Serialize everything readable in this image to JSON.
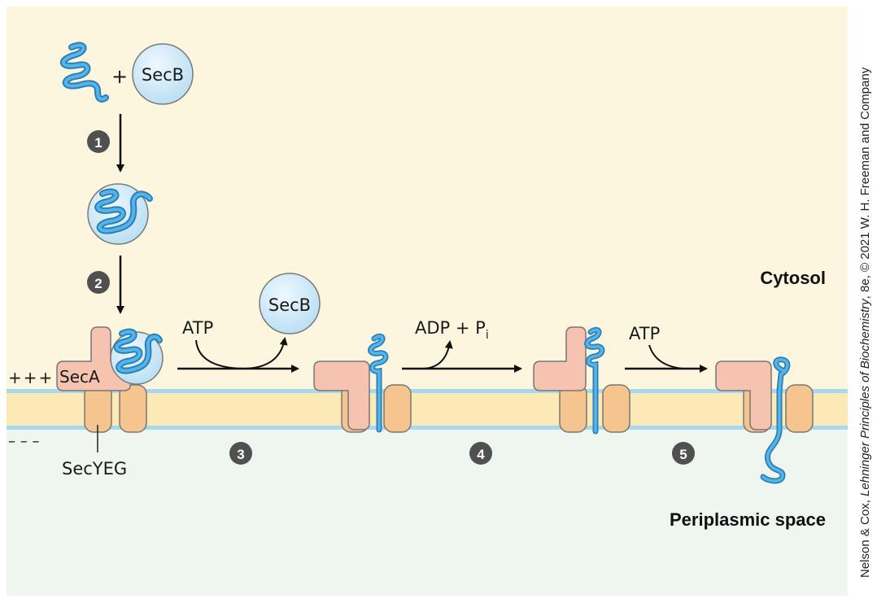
{
  "labels": {
    "secb_top": "SecB",
    "plus": "+",
    "secb_released": "SecB",
    "seca": "SecA",
    "secyeg": "SecYEG",
    "charge_plus": "+++",
    "charge_minus": "– – –",
    "atp_1": "ATP",
    "adp_pi": "ADP + P",
    "adp_pi_sub": "i",
    "atp_2": "ATP",
    "cytosol": "Cytosol",
    "periplasm": "Periplasmic space"
  },
  "steps": [
    "1",
    "2",
    "3",
    "4",
    "5"
  ],
  "credit": {
    "prefix": "Nelson & Cox, ",
    "book": "Lehninger Principles of Biochemistry",
    "suffix": ", 8e, © 2021 W. H. Freeman and Company"
  },
  "colors": {
    "cytosol": "#fcf6df",
    "periplasm": "#eff5ef",
    "membrane": "#fbeab5",
    "membrane_edge": "#a8d8ef",
    "protein_chain": "#3f9fd8",
    "secb": "#cfe9f8",
    "seca": "#f6c3b0",
    "secyeg": "#f5c48f",
    "step_badge": "#505050"
  }
}
